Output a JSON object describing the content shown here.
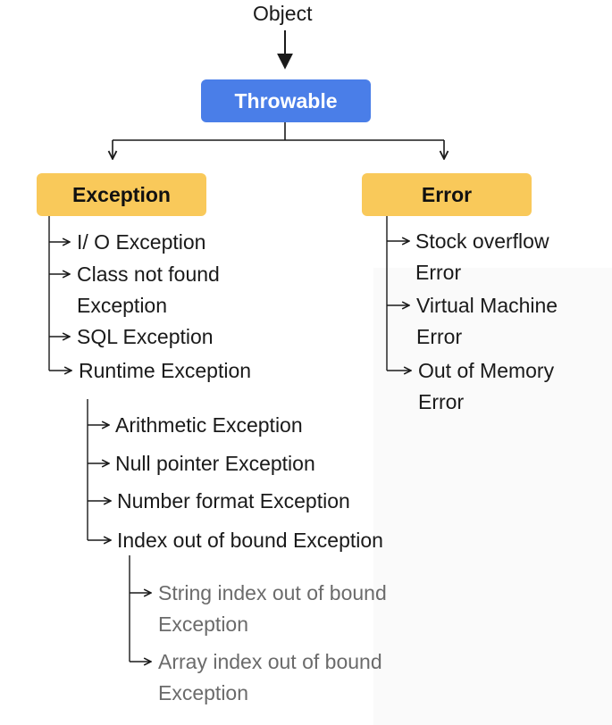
{
  "root_label": "Object",
  "throwable_label": "Throwable",
  "exception": {
    "label": "Exception",
    "children": [
      {
        "text": "I/ O Exception"
      },
      {
        "text": "Class not found",
        "text2": "Exception"
      },
      {
        "text": "SQL Exception"
      },
      {
        "text": "Runtime Exception"
      }
    ],
    "runtime_children": [
      "Arithmetic Exception",
      "Null pointer Exception",
      "Number format Exception",
      "Index out of bound Exception"
    ],
    "index_children": [
      {
        "text": "String index out of bound",
        "text2": "Exception"
      },
      {
        "text": "Array index out of bound",
        "text2": "Exception"
      }
    ]
  },
  "error": {
    "label": "Error",
    "children": [
      {
        "text": "Stock overflow",
        "text2": "Error"
      },
      {
        "text": "Virtual Machine",
        "text2": "Error"
      },
      {
        "text": "Out of Memory",
        "text2": "Error"
      }
    ]
  },
  "colors": {
    "throwable": "#4a7ee8",
    "category": "#f9c95a",
    "line": "#1a1a1a",
    "muted_text": "#6b6b6b"
  }
}
